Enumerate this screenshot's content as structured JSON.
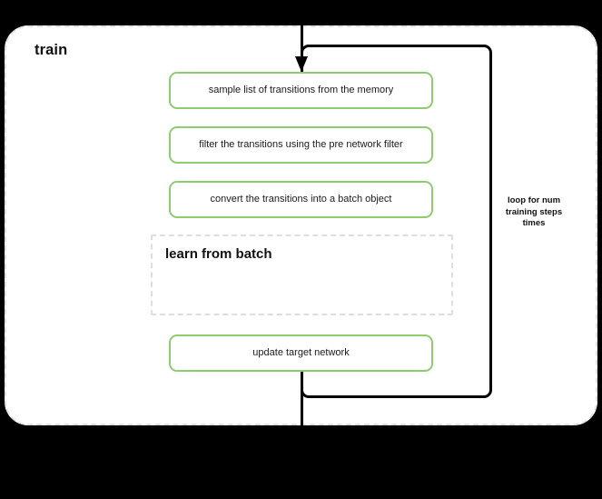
{
  "diagram": {
    "title": "train",
    "container_label": "train",
    "steps": [
      {
        "id": "sample",
        "label": "sample list of transitions from the memory"
      },
      {
        "id": "filter",
        "label": "filter the transitions using the pre network filter"
      },
      {
        "id": "convert",
        "label": "convert the transitions into a batch object"
      },
      {
        "id": "update",
        "label": "update target network"
      }
    ],
    "subprocess": {
      "title_line_1": "learn from",
      "title_line_2": "batch"
    },
    "loop": {
      "line_1": "loop for num",
      "line_2": "training steps",
      "line_3": "times"
    },
    "colors": {
      "step_border": "#8fcb71",
      "container_border": "#e2e2e2",
      "subprocess_border": "#dedede",
      "flow_line": "#000000",
      "canvas_background": "#000000",
      "container_background": "#ffffff",
      "text": "#111111"
    }
  }
}
